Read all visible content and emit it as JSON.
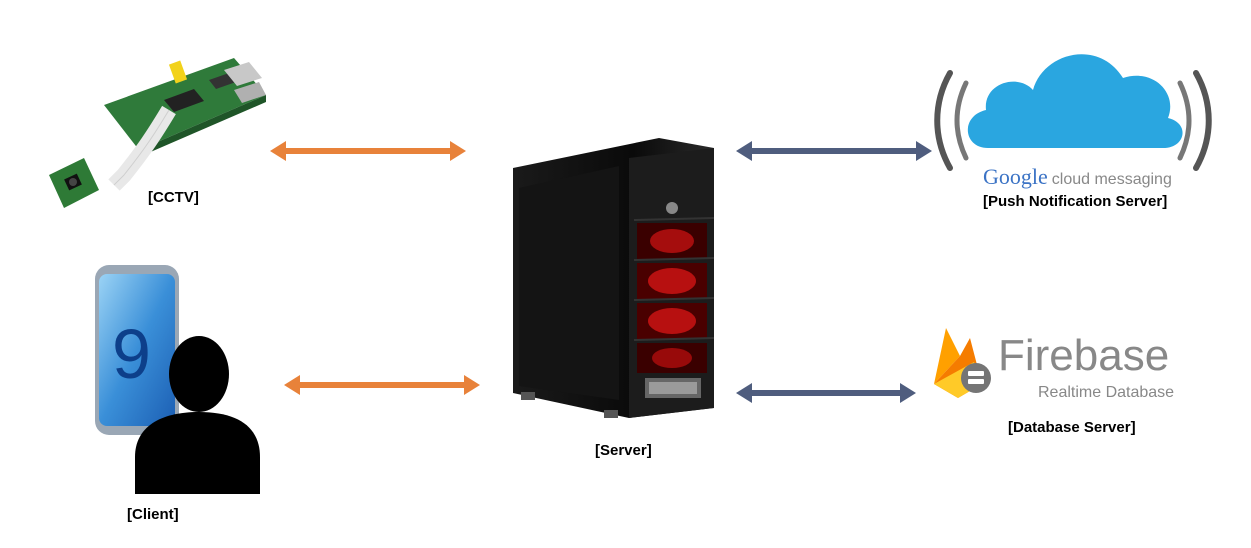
{
  "nodes": {
    "cctv": {
      "label": "[CCTV]"
    },
    "client": {
      "label": "[Client]",
      "phone_digit": "9"
    },
    "server": {
      "label": "[Server]"
    },
    "push": {
      "label": "[Push Notification Server]",
      "brand_google": "Google",
      "brand_suffix": "cloud messaging"
    },
    "database": {
      "label": "[Database Server]",
      "brand_name": "Firebase",
      "brand_subtitle": "Realtime Database"
    }
  },
  "colors": {
    "orange_arrow": "#e8823a",
    "blue_arrow": "#4f5d7e",
    "cloud": "#2aa6e0",
    "firebase_title": "#888888"
  }
}
